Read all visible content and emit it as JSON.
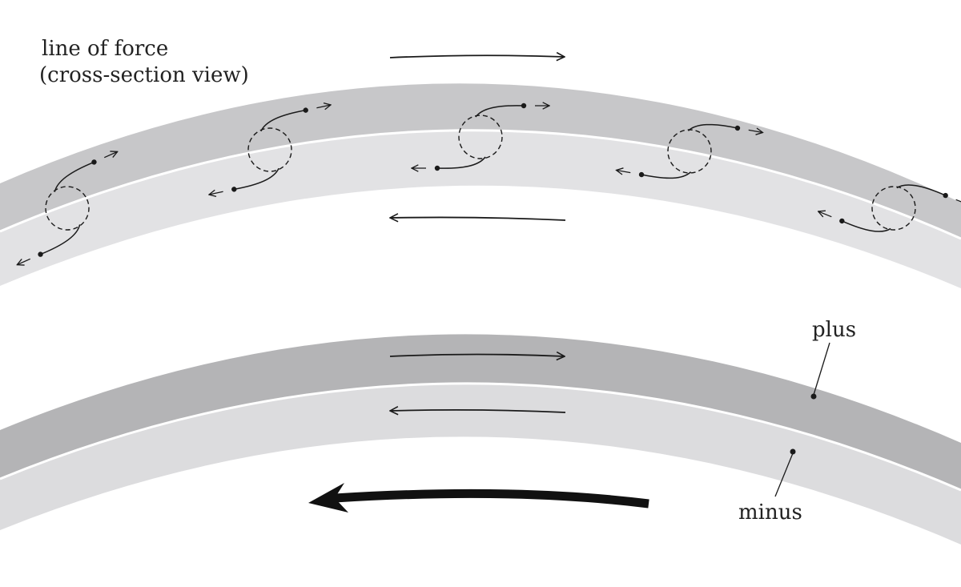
{
  "labels": {
    "title_line1": "line of force",
    "title_line2": "(cross-section view)",
    "plus": "plus",
    "minus": "minus"
  },
  "colors": {
    "band_dark_top": "#c7c7c9",
    "band_light_top": "#e2e2e4",
    "band_dark_bottom": "#b4b4b6",
    "band_light_bottom": "#dcdcde",
    "separator": "#ffffff",
    "ink": "#1a1a1a"
  },
  "icons": {
    "vortex": "vortex-dashed-circle-icon",
    "arrow_right": "arrow-right-icon",
    "arrow_left": "arrow-left-icon",
    "thick_arrow": "thick-curved-arrow-left-icon"
  }
}
